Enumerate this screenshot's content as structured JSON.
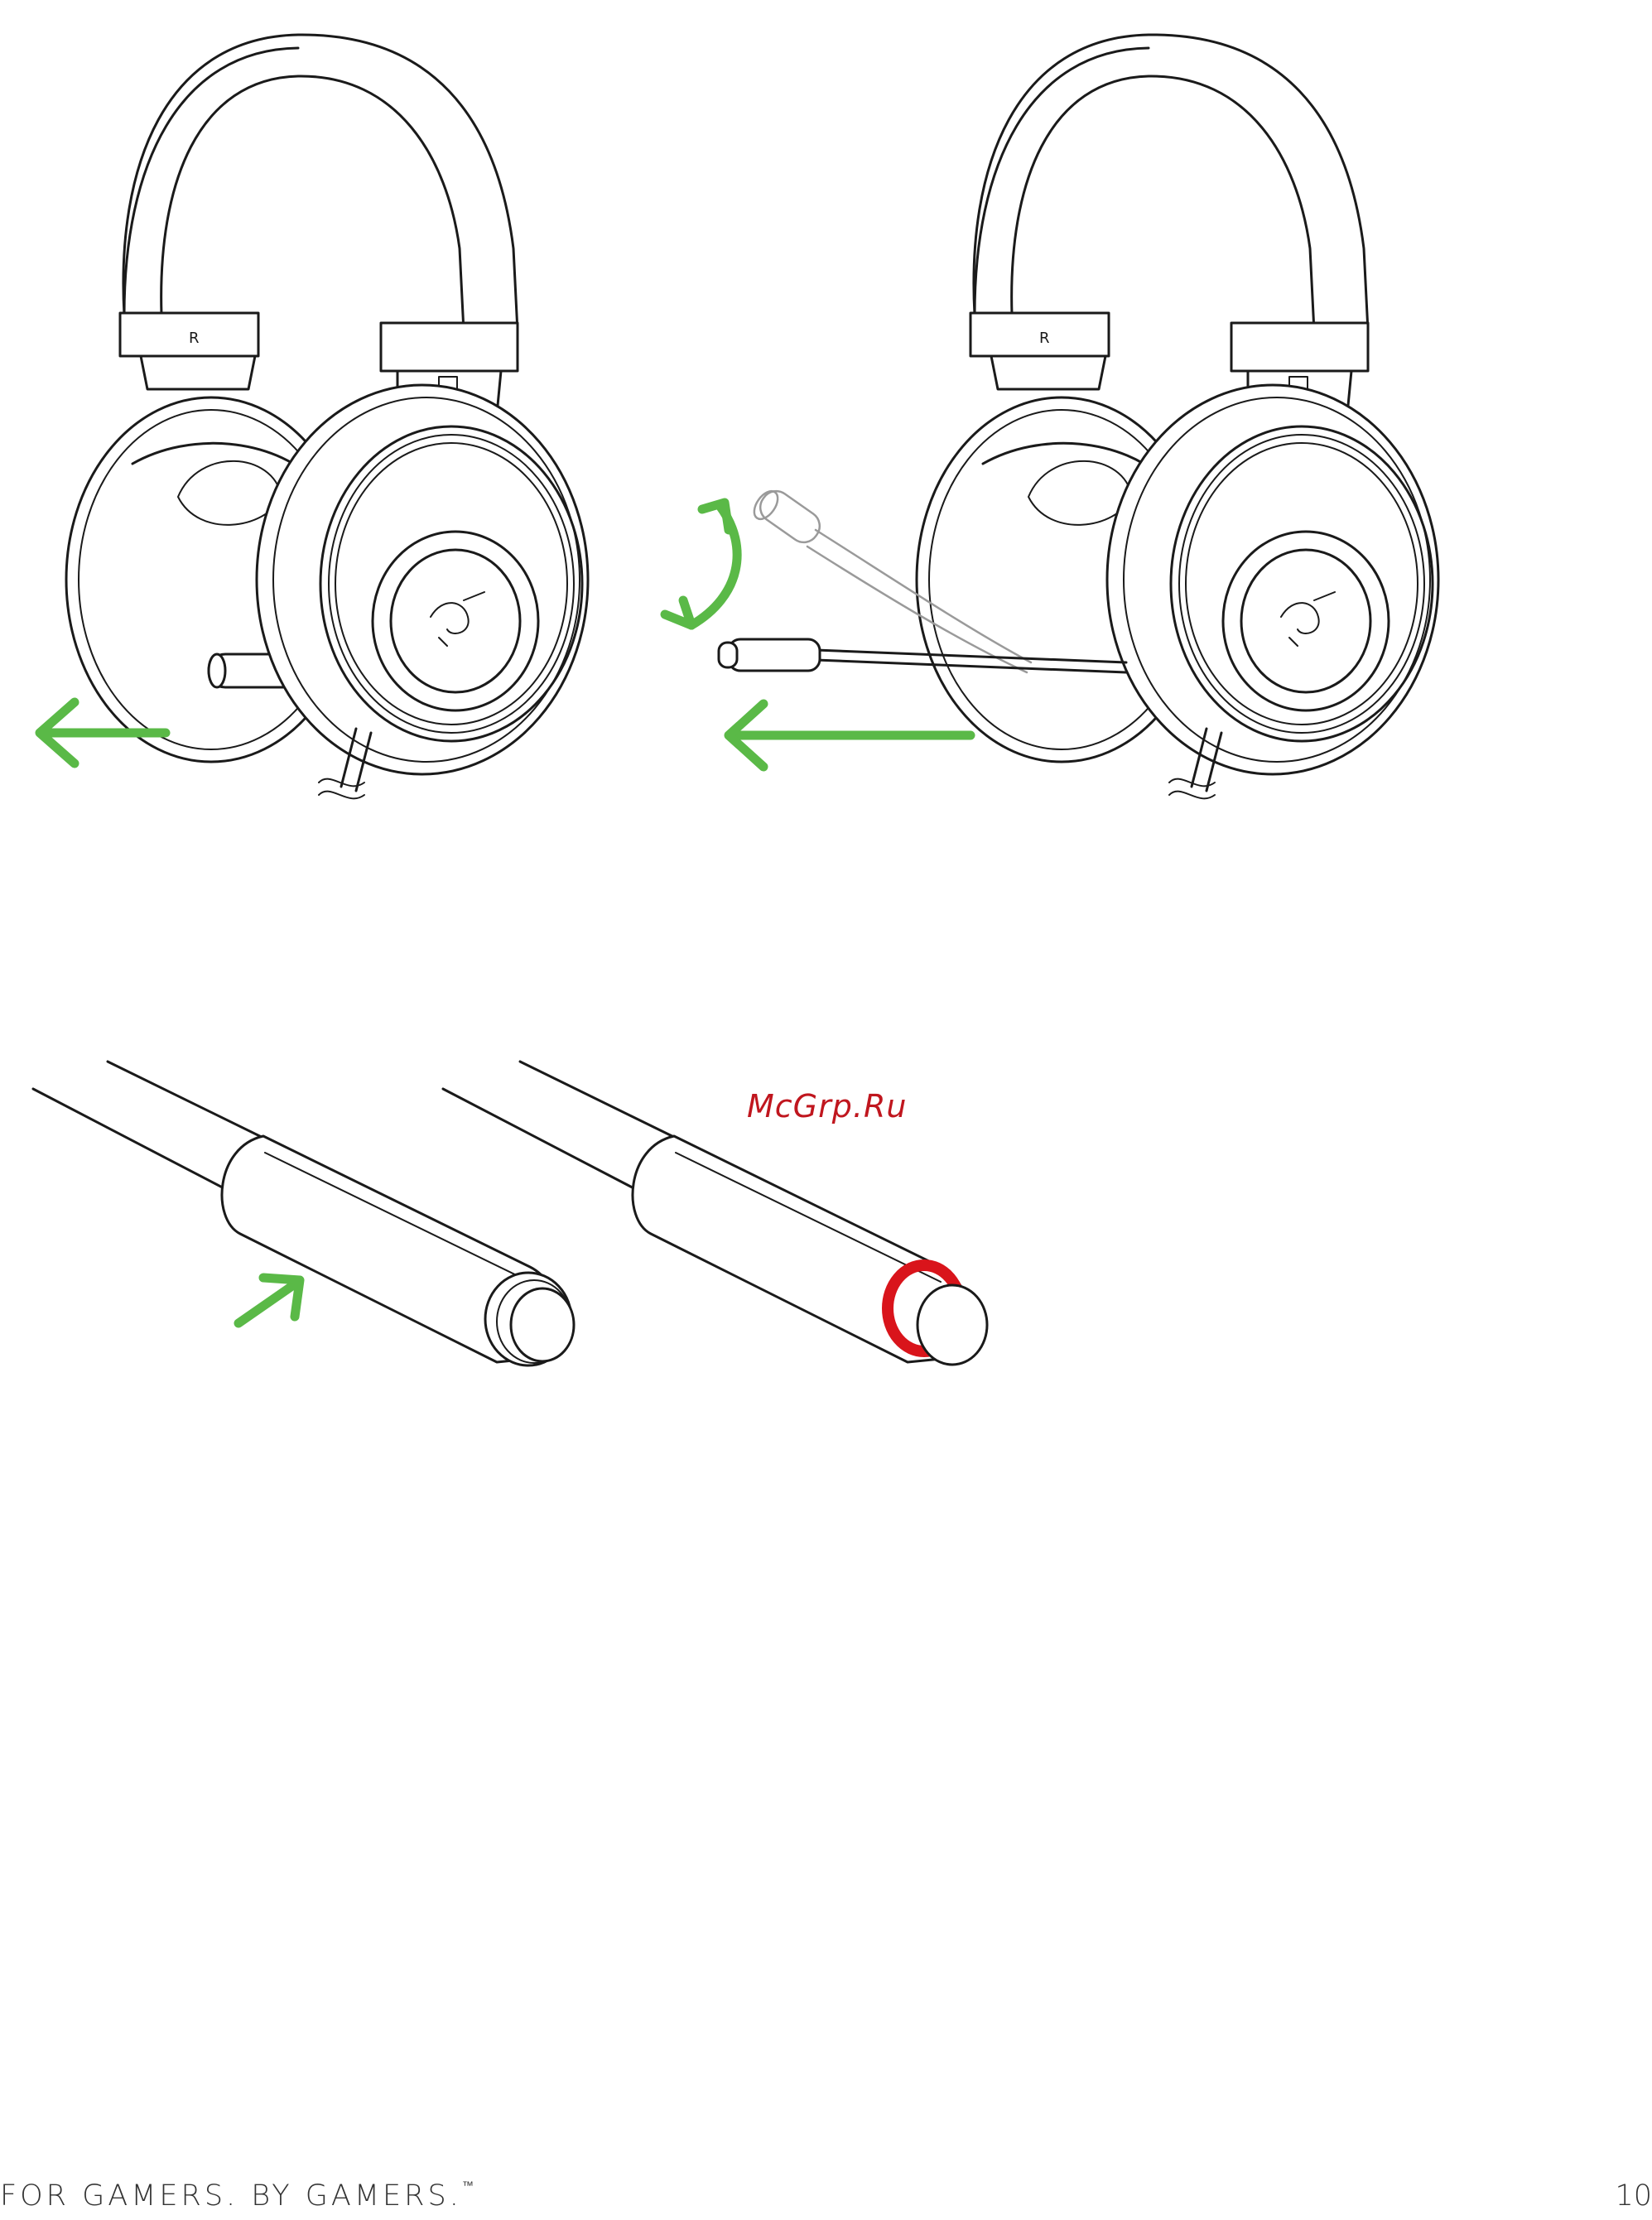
{
  "watermark": "McGrp.Ru",
  "headphone_side_label": "R",
  "footer": {
    "slogan": "FOR GAMERS. BY GAMERS.",
    "trademark": "™",
    "page_number": "10"
  },
  "colors": {
    "arrow": "#5ab947",
    "mic_ring": "#d9141b",
    "watermark": "#c0161e"
  }
}
